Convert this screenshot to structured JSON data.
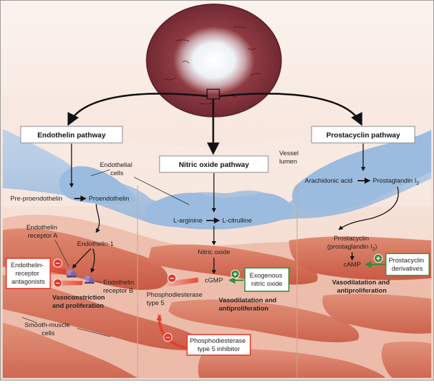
{
  "pathways": {
    "endothelin": {
      "title": "Endothelin pathway",
      "pre_proendothelin": "Pre-proendothelin",
      "proendothelin": "Proendothelin",
      "endothelin_1": "Endothelin-1",
      "receptor_a": [
        "Endothelin",
        "receptor A"
      ],
      "receptor_b": [
        "Endothelin",
        "receptor B"
      ],
      "antagonists": [
        "Endothelin-",
        "receptor",
        "antagonists"
      ],
      "effect": [
        "Vasoconstriction",
        "and proliferation"
      ]
    },
    "nitric_oxide": {
      "title": "Nitric oxide pathway",
      "l_arginine": "L-arginine",
      "l_citrulline": "L-citrulline",
      "nitric_oxide": "Nitric oxide",
      "cgmp": "cGMP",
      "exogenous": [
        "Exogenous",
        "nitric oxide"
      ],
      "pde5": [
        "Phosphodiesterase",
        "type 5"
      ],
      "pde5_inhibitor": [
        "Phosphodiesterase",
        "type 5 inhibitor"
      ],
      "effect": [
        "Vasodilatation and",
        "antiproliferation"
      ]
    },
    "prostacyclin": {
      "title": "Prostacyclin pathway",
      "arachidonic_acid": "Arachidonic acid",
      "prostaglandin_prefix": "Prostaglandin I",
      "prostaglandin_sub": "2",
      "prostacyclin": "Prostacyclin",
      "prostacyclin_paren_prefix": "(prostaglandin I",
      "prostacyclin_paren_sub": "2",
      "prostacyclin_paren_suffix": ")",
      "camp": "cAMP",
      "derivatives": [
        "Prostacyclin",
        "derivatives"
      ],
      "effect": [
        "Vasodilatation and",
        "antiproliferation"
      ]
    }
  },
  "labels": {
    "endothelial_cells": [
      "Endothelial",
      "cells"
    ],
    "vessel_lumen": [
      "Vessel",
      "lumen"
    ],
    "smooth_muscle_cells": [
      "Smooth-muscle",
      "cells"
    ]
  },
  "signs": {
    "minus": "−",
    "plus": "+"
  },
  "colors": {
    "endothelium": "#a8c4e2",
    "smooth_muscle": "#d9705a",
    "inhibit": "#e23a2a",
    "stimulate": "#3b8a3a",
    "background": "#f6e1d6"
  }
}
